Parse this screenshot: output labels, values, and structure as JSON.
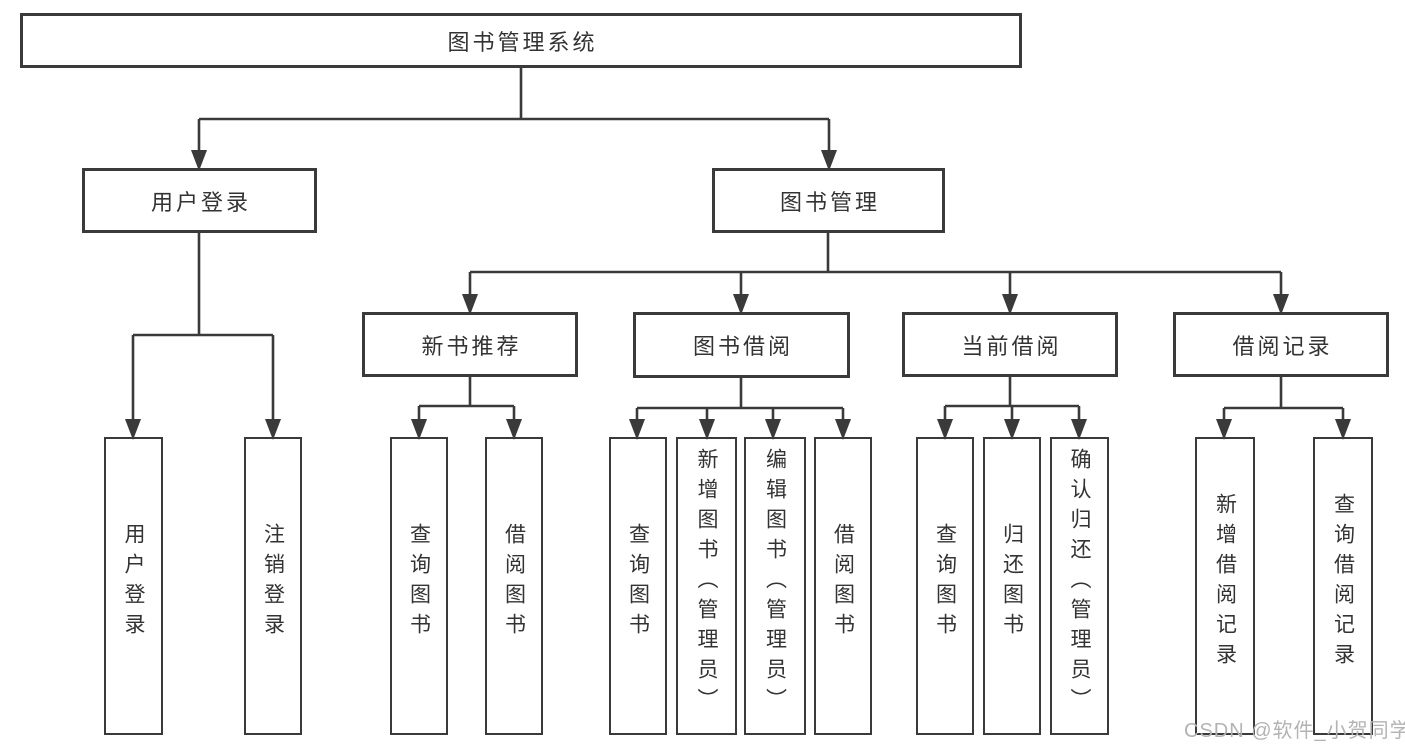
{
  "diagram_title": "图书管理系统",
  "nodes": {
    "root": {
      "label": "图书管理系统"
    },
    "level2": [
      {
        "label": "用户登录"
      },
      {
        "label": "图书管理"
      }
    ],
    "level3": [
      {
        "label": "新书推荐",
        "parent": "图书管理"
      },
      {
        "label": "图书借阅",
        "parent": "图书管理"
      },
      {
        "label": "当前借阅",
        "parent": "图书管理"
      },
      {
        "label": "借阅记录",
        "parent": "图书管理"
      }
    ],
    "leaves": [
      {
        "label": "用户登录",
        "parent": "用户登录"
      },
      {
        "label": "注销登录",
        "parent": "用户登录"
      },
      {
        "label": "查询图书",
        "parent": "新书推荐"
      },
      {
        "label": "借阅图书",
        "parent": "新书推荐"
      },
      {
        "label": "查询图书",
        "parent": "图书借阅"
      },
      {
        "label": "新增图书（管理员）",
        "parent": "图书借阅"
      },
      {
        "label": "编辑图书（管理员）",
        "parent": "图书借阅"
      },
      {
        "label": "借阅图书",
        "parent": "图书借阅"
      },
      {
        "label": "查询图书",
        "parent": "当前借阅"
      },
      {
        "label": "归还图书",
        "parent": "当前借阅"
      },
      {
        "label": "确认归还（管理员）",
        "parent": "当前借阅"
      },
      {
        "label": "新增借阅记录",
        "parent": "借阅记录"
      },
      {
        "label": "查询借阅记录",
        "parent": "借阅记录"
      }
    ]
  },
  "watermark": {
    "text": "CSDN @软件_小贺同学"
  },
  "colors": {
    "line": "#3a3a3a",
    "box_border": "#3a3a3a",
    "box_fill": "#ffffff",
    "text": "#333333",
    "watermark": "#b3b3b3",
    "background": "#ffffff"
  }
}
